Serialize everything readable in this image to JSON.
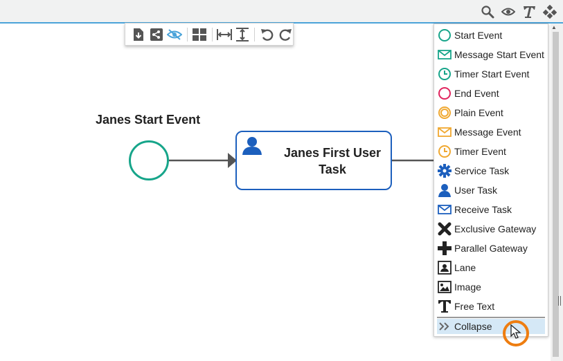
{
  "toolbar": {
    "items": [
      "export-icon",
      "share-icon",
      "hide-icon",
      "layout-icon",
      "fit-width-icon",
      "fit-height-icon",
      "undo-icon",
      "redo-icon"
    ]
  },
  "top_icons": [
    "search-icon",
    "eye-icon",
    "text-icon",
    "puzzle-icon"
  ],
  "diagram": {
    "start_event_label": "Janes Start Event",
    "task_label": "Janes First User Task"
  },
  "palette": {
    "items": [
      {
        "label": "Start Event",
        "icon": "start-event-icon"
      },
      {
        "label": "Message Start Event",
        "icon": "message-start-event-icon"
      },
      {
        "label": "Timer Start Event",
        "icon": "timer-start-event-icon"
      },
      {
        "label": "End Event",
        "icon": "end-event-icon"
      },
      {
        "label": "Plain Event",
        "icon": "plain-event-icon"
      },
      {
        "label": "Message Event",
        "icon": "message-event-icon"
      },
      {
        "label": "Timer Event",
        "icon": "timer-event-icon"
      },
      {
        "label": "Service Task",
        "icon": "service-task-icon"
      },
      {
        "label": "User Task",
        "icon": "user-task-icon"
      },
      {
        "label": "Receive Task",
        "icon": "receive-task-icon"
      },
      {
        "label": "Exclusive Gateway",
        "icon": "exclusive-gateway-icon"
      },
      {
        "label": "Parallel Gateway",
        "icon": "parallel-gateway-icon"
      },
      {
        "label": "Lane",
        "icon": "lane-icon"
      },
      {
        "label": "Image",
        "icon": "image-icon"
      },
      {
        "label": "Free Text",
        "icon": "free-text-icon"
      }
    ],
    "collapse_label": "Collapse"
  },
  "colors": {
    "start": "#17a58a",
    "end": "#e0245e",
    "intermediate": "#f0a830",
    "task": "#1c5fbd",
    "accent": "#4aa3d9",
    "cursor_ring": "#ee7d10"
  }
}
